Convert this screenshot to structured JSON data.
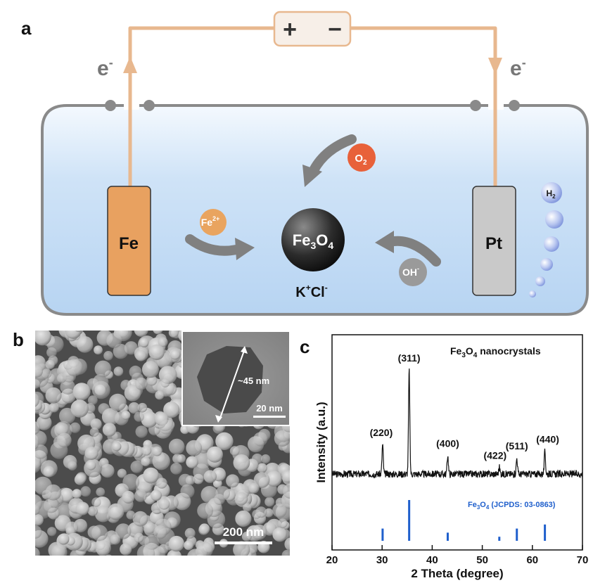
{
  "panel_a": {
    "label": "a",
    "electron_left": "e",
    "electron_right": "e",
    "electron_sup": "-",
    "battery_plus": "+",
    "battery_minus": "−",
    "anode": "Fe",
    "cathode": "Pt",
    "product": "Fe3O4",
    "oxygen": "O2",
    "ferrous": "Fe2+",
    "hydroxide": "OH-",
    "hydrogen": "H2",
    "electrolyte": "K+Cl-",
    "colors": {
      "wire": "#e8b88f",
      "tank": "#cfe3f7",
      "fe_electrode": "#e8a160",
      "pt_electrode": "#c9c9c9",
      "o2_bubble": "#e8613a",
      "fe_ion": "#e9a45f",
      "oh_ion": "#9a9a9a"
    }
  },
  "panel_b": {
    "label": "b",
    "sem_scalebar": "200 nm",
    "tem_scalebar": "20 nm",
    "particle_size": "~45 nm"
  },
  "panel_c": {
    "label": "c",
    "legend_sample": "Fe3O4 nanocrystals",
    "legend_reference": "Fe3O4 (JCPDS: 03-0863)",
    "reference_color": "#1f5fcc"
  },
  "chart_data": {
    "type": "line",
    "title": "",
    "xlabel": "2 Theta (degree)",
    "ylabel": "Intensity (a.u.)",
    "xlim": [
      20,
      70
    ],
    "x_ticks": [
      20,
      30,
      40,
      50,
      60,
      70
    ],
    "series": [
      {
        "name": "Fe3O4 nanocrystals",
        "peaks": [
          {
            "x": 30.1,
            "label": "(220)",
            "height": 0.22
          },
          {
            "x": 35.4,
            "label": "(311)",
            "height": 0.78
          },
          {
            "x": 43.1,
            "label": "(400)",
            "height": 0.14
          },
          {
            "x": 53.4,
            "label": "(422)",
            "height": 0.05
          },
          {
            "x": 56.9,
            "label": "(511)",
            "height": 0.12
          },
          {
            "x": 62.5,
            "label": "(440)",
            "height": 0.17
          }
        ]
      },
      {
        "name": "Fe3O4 (JCPDS: 03-0863)",
        "type": "stick",
        "x": [
          30.1,
          35.4,
          43.1,
          53.4,
          56.9,
          62.5
        ],
        "values": [
          30,
          100,
          20,
          10,
          30,
          40
        ]
      }
    ]
  }
}
